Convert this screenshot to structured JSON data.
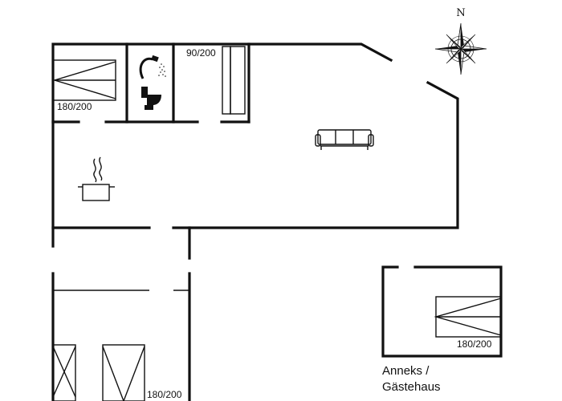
{
  "floorplan": {
    "bed_label_top_left": "180/200",
    "bed_label_small": "90/200",
    "bed_label_bottom": "180/200",
    "bed_label_annex": "180/200",
    "annex_line1": "Anneks /",
    "annex_line2": "Gästehaus",
    "compass_north": "N"
  },
  "icons": [
    "bed-icon",
    "shower-icon",
    "toilet-icon",
    "sofa-icon",
    "cooking-pot-icon",
    "compass-rose-icon"
  ]
}
